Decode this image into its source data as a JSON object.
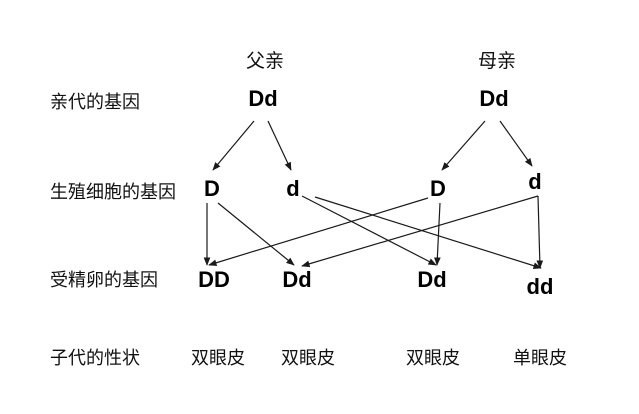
{
  "parents": {
    "father": "父亲",
    "mother": "母亲"
  },
  "rows": {
    "parent_genes": "亲代的基因",
    "germ_cell_genes": "生殖细胞的基因",
    "fertilized_egg_genes": "受精卵的基因",
    "offspring_traits": "子代的性状"
  },
  "genes": {
    "father": "Dd",
    "mother": "Dd",
    "father_gamete_1": "D",
    "father_gamete_2": "d",
    "mother_gamete_1": "D",
    "mother_gamete_2": "d",
    "zygote_1": "DD",
    "zygote_2": "Dd",
    "zygote_3": "Dd",
    "zygote_4": "dd"
  },
  "traits": {
    "offspring_1": "双眼皮",
    "offspring_2": "双眼皮",
    "offspring_3": "双眼皮",
    "offspring_4": "单眼皮"
  }
}
